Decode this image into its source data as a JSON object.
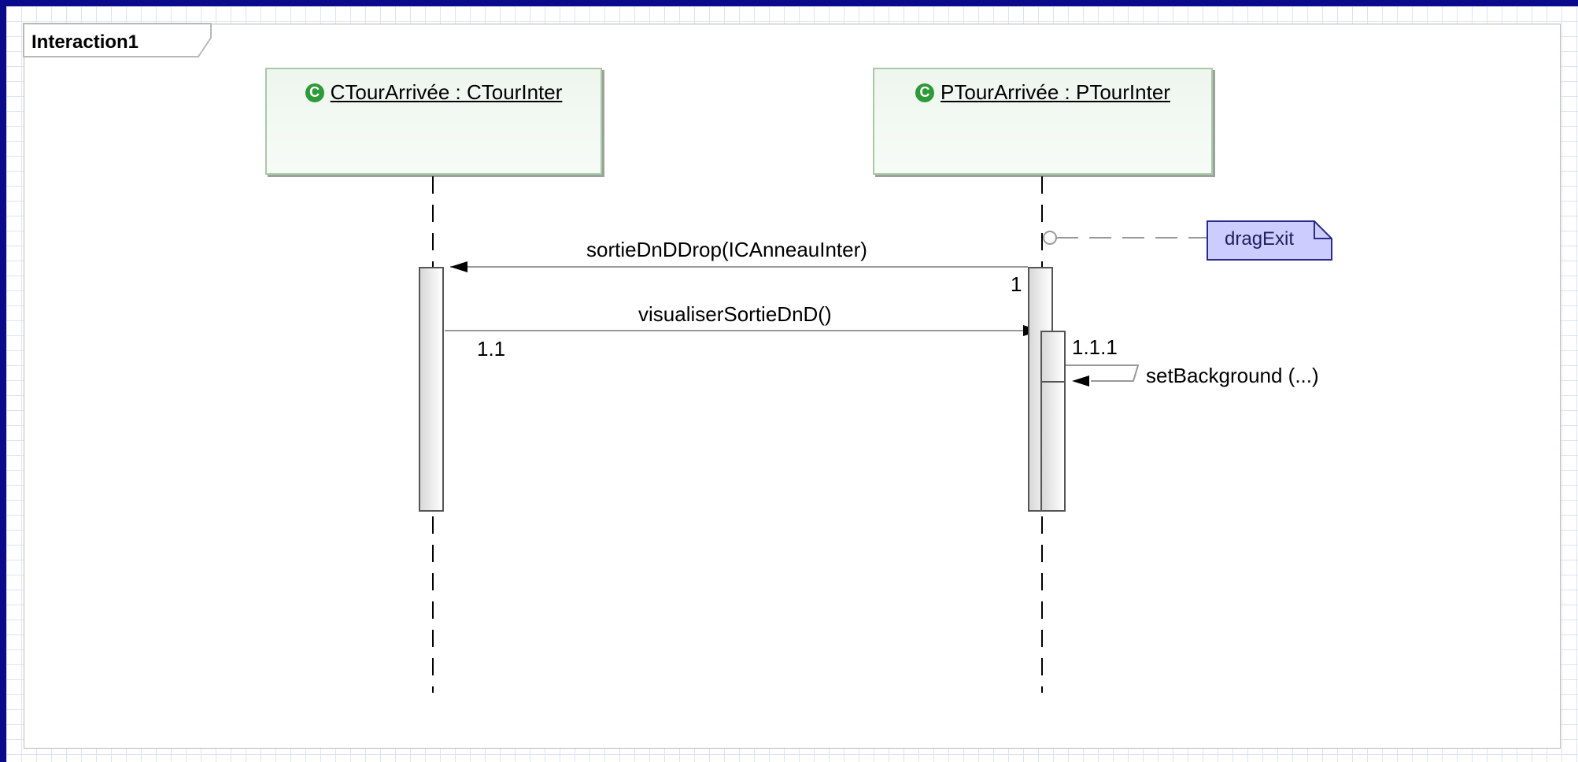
{
  "frame": {
    "title": "Interaction1"
  },
  "lifelines": [
    {
      "name": "CTourArrivée : CTourInter",
      "icon": "class-icon"
    },
    {
      "name": "PTourArrivée : PTourInter",
      "icon": "class-icon"
    }
  ],
  "messages": [
    {
      "label": "sortieDnDDrop(ICAnneauInter)",
      "seq": "1"
    },
    {
      "label": "visualiserSortieDnD()",
      "seq": "1.1"
    },
    {
      "label": "setBackground (...)",
      "seq": "1.1.1"
    }
  ],
  "note": {
    "label": "dragExit"
  },
  "colors": {
    "background": "#0a0a8a",
    "lifeline_fill": "#eef6ee",
    "note_fill": "#ccccff",
    "class_icon": "#2e9a3a"
  }
}
